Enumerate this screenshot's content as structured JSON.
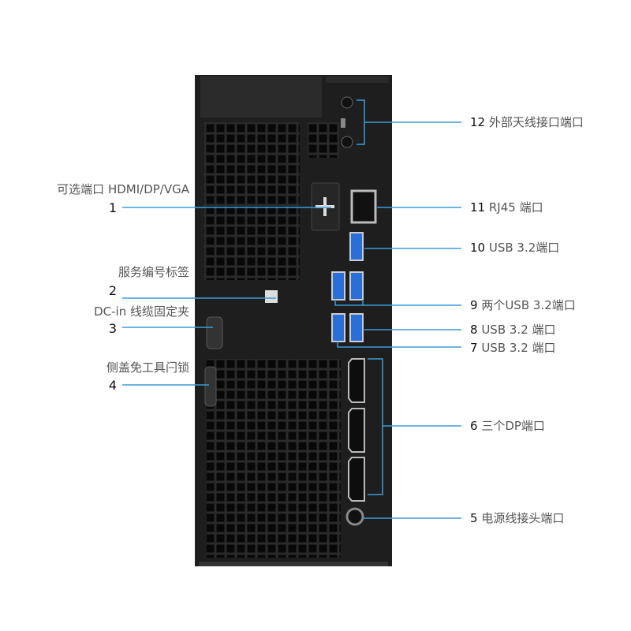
{
  "left_callouts": [
    {
      "number": "1",
      "label": "可选端口 HDMI/DP/VGA"
    },
    {
      "number": "2",
      "label": "服务编号标签"
    },
    {
      "number": "3",
      "label": "DC-in 线缆固定夹"
    },
    {
      "number": "4",
      "label": "侧盖免工具闩锁"
    }
  ],
  "right_callouts": [
    {
      "number": "12",
      "label": "外部天线接口端口"
    },
    {
      "number": "11",
      "label": "RJ45 端口"
    },
    {
      "number": "10",
      "label": "USB 3.2端口"
    },
    {
      "number": "9",
      "label": "两个USB 3.2端口"
    },
    {
      "number": "8",
      "label": "USB 3.2 端口"
    },
    {
      "number": "7",
      "label": "USB 3.2 端口"
    },
    {
      "number": "6",
      "label": "三个DP端口"
    },
    {
      "number": "5",
      "label": "电源线接头端口"
    }
  ],
  "colors": {
    "leader_line": "#3b9bd8",
    "chassis": "#1c1c1c"
  }
}
